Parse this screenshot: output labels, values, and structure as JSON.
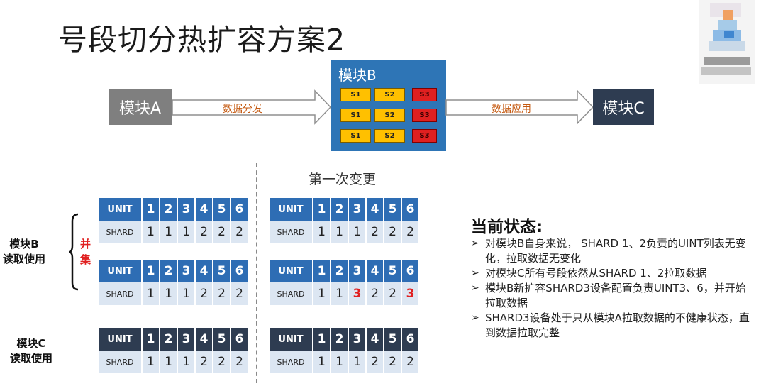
{
  "title": "号段切分热扩容方案2",
  "modules": {
    "a": "模块A",
    "b": "模块B",
    "c": "模块C"
  },
  "arrows": {
    "a_to_b": "数据分发",
    "b_to_c": "数据应用"
  },
  "module_b_shards": [
    [
      "S1",
      "S2",
      "S3"
    ],
    [
      "S1",
      "S2",
      "S3"
    ],
    [
      "S1",
      "S2",
      "S3"
    ]
  ],
  "right_title": "第一次变更",
  "left_labels": {
    "module_b": "模块B\n读取使用",
    "merge": "并\n集",
    "module_c": "模块C\n读取使用"
  },
  "table_header": {
    "label": "UNIT",
    "cols": [
      "1",
      "2",
      "3",
      "4",
      "5",
      "6"
    ]
  },
  "shard_label": "SHARD",
  "left_tables": [
    {
      "shards": [
        "1",
        "1",
        "1",
        "2",
        "2",
        "2"
      ]
    },
    {
      "shards": [
        "1",
        "1",
        "1",
        "2",
        "2",
        "2"
      ]
    },
    {
      "shards": [
        "1",
        "1",
        "1",
        "2",
        "2",
        "2"
      ]
    }
  ],
  "right_tables": [
    {
      "shards": [
        "1",
        "1",
        "1",
        "2",
        "2",
        "2"
      ]
    },
    {
      "shards": [
        "1",
        "1",
        "3",
        "2",
        "2",
        "3"
      ],
      "highlight": [
        2,
        5
      ]
    },
    {
      "shards": [
        "1",
        "1",
        "1",
        "2",
        "2",
        "2"
      ]
    }
  ],
  "status": {
    "title": "当前状态:",
    "bullets": [
      "对模块B自身来说， SHARD 1、2负责的UINT列表无变化，拉取数据无变化",
      "对模块C所有号段依然从SHARD 1、2拉取数据",
      "模块B新扩容SHARD3设备配置负责UINT3、6，并开始拉取数据",
      "SHARD3设备处于只从模块A拉取数据的不健康状态，直到数据拉取完整"
    ]
  },
  "colors": {
    "unit_header": "#2e6db4",
    "unit_header_dark": "#2e3c51",
    "shard_row": "#dce6f2",
    "highlight": "#e02020",
    "arrow_label": "#c55a11"
  }
}
